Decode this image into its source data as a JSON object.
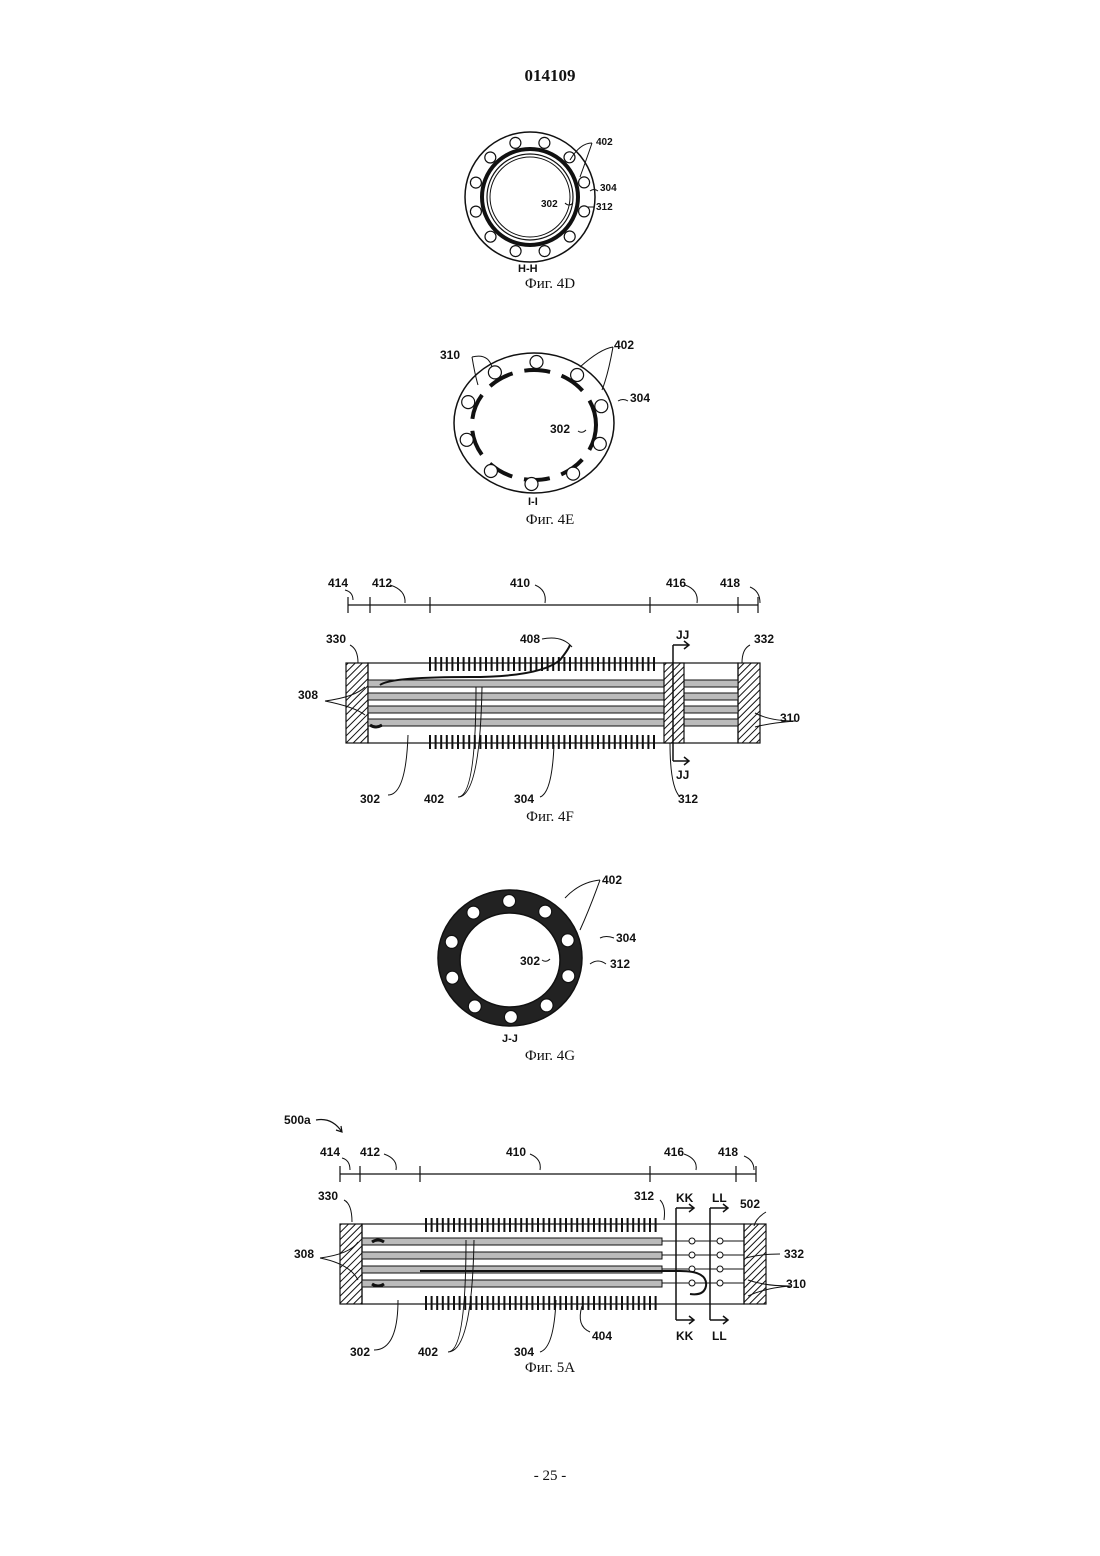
{
  "header": {
    "document_number": "014109"
  },
  "footer": {
    "page_number": "- 25 -"
  },
  "figures": {
    "fig4d": {
      "caption": "Фиг. 4D",
      "section": "H-H",
      "labels": {
        "l402": "402",
        "l304": "304",
        "l302": "302",
        "l312": "312"
      }
    },
    "fig4e": {
      "caption": "Фиг. 4E",
      "section": "I-I",
      "labels": {
        "l310": "310",
        "l402": "402",
        "l304": "304",
        "l302": "302"
      }
    },
    "fig4f": {
      "caption": "Фиг. 4F",
      "zones": {
        "z414": "414",
        "z412": "412",
        "z410": "410",
        "z416": "416",
        "z418": "418"
      },
      "labels": {
        "l330": "330",
        "l408": "408",
        "l332": "332",
        "l308": "308",
        "l310": "310",
        "l302": "302",
        "l402": "402",
        "l304": "304",
        "l312": "312"
      },
      "section_marks": {
        "jj_top": "JJ",
        "jj_bottom": "JJ"
      }
    },
    "fig4g": {
      "caption": "Фиг. 4G",
      "section": "J-J",
      "labels": {
        "l402": "402",
        "l304": "304",
        "l302": "302",
        "l312": "312"
      }
    },
    "fig5a": {
      "caption": "Фиг. 5A",
      "ref": "500a",
      "zones": {
        "z414": "414",
        "z412": "412",
        "z410": "410",
        "z416": "416",
        "z418": "418"
      },
      "labels": {
        "l330": "330",
        "l312": "312",
        "l502": "502",
        "l332": "332",
        "l308": "308",
        "l310": "310",
        "l302": "302",
        "l402": "402",
        "l304": "304",
        "l404": "404"
      },
      "section_marks": {
        "kk_top": "KK",
        "ll_top": "LL",
        "kk_bottom": "KK",
        "ll_bottom": "LL"
      }
    }
  }
}
